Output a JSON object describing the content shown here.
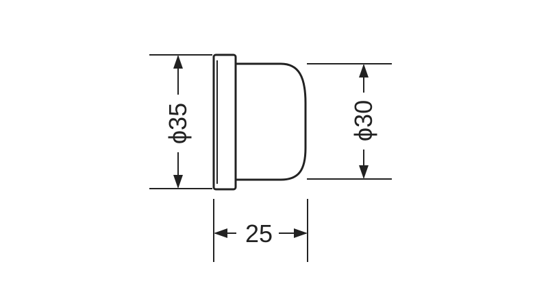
{
  "dimensions": {
    "flange_diameter": "ϕ35",
    "body_diameter": "ϕ30",
    "length": "25"
  },
  "colors": {
    "stroke": "#222222",
    "background": "#ffffff"
  }
}
